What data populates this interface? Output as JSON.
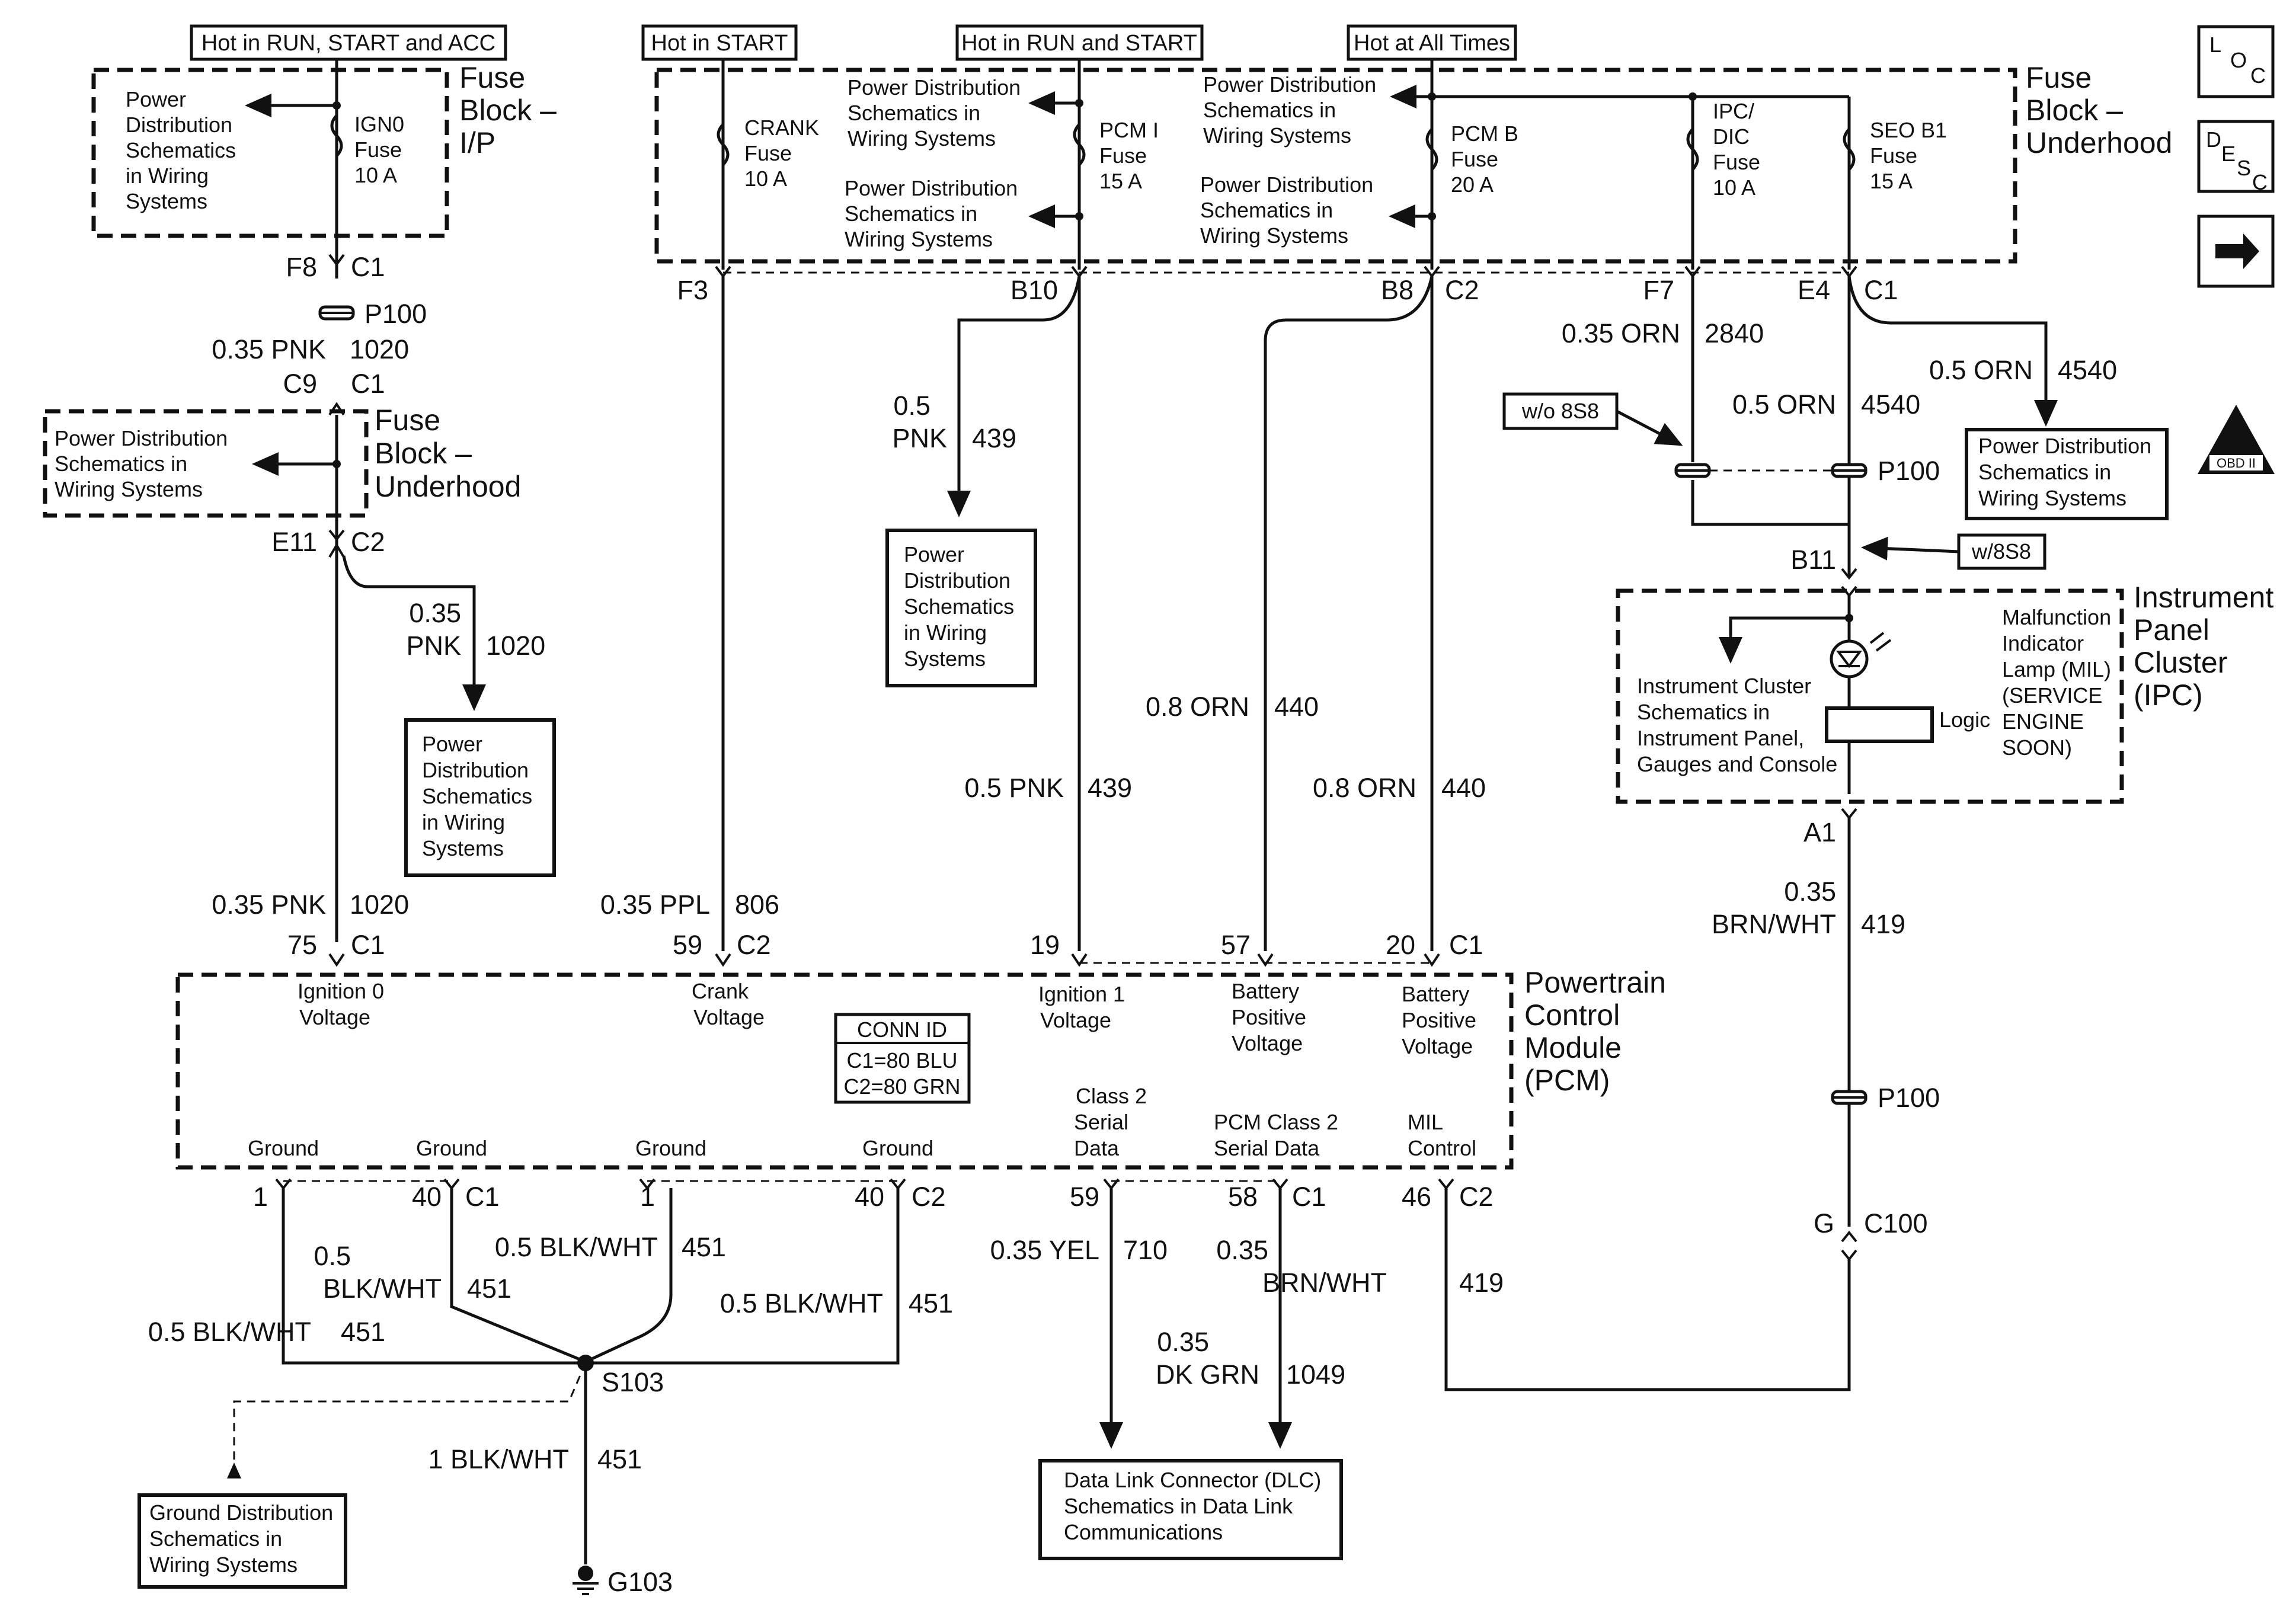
{
  "headers": {
    "run_start_acc": "Hot in RUN, START and ACC",
    "start": "Hot in START",
    "run_start": "Hot in RUN and START",
    "all_times": "Hot at All Times"
  },
  "modules": {
    "fuse_block_ip": [
      "Fuse",
      "Block –",
      "I/P"
    ],
    "fuse_block_underhood_top": [
      "Fuse",
      "Block –",
      "Underhood"
    ],
    "fuse_block_underhood_left": [
      "Fuse",
      "Block –",
      "Underhood"
    ],
    "ipc": [
      "Instrument",
      "Panel",
      "Cluster",
      "(IPC)"
    ],
    "pcm": [
      "Powertrain",
      "Control",
      "Module",
      "(PCM)"
    ]
  },
  "fuses": {
    "ign0": [
      "IGN0",
      "Fuse",
      "10 A"
    ],
    "crank": [
      "CRANK",
      "Fuse",
      "10 A"
    ],
    "pcm_i": [
      "PCM I",
      "Fuse",
      "15 A"
    ],
    "pcm_b": [
      "PCM B",
      "Fuse",
      "20 A"
    ],
    "ipc_dic": [
      "IPC/",
      "DIC",
      "Fuse",
      "10 A"
    ],
    "seo_b1": [
      "SEO B1",
      "Fuse",
      "15 A"
    ]
  },
  "refs": {
    "pd_ip": [
      "Power",
      "Distribution",
      "Schematics",
      "in Wiring",
      "Systems"
    ],
    "pd_uh_left": [
      "Power Distribution",
      "Schematics in",
      "Wiring Systems"
    ],
    "pd_left_box": [
      "Power",
      "Distribution",
      "Schematics",
      "in Wiring",
      "Systems"
    ],
    "pd_top1": [
      "Power Distribution",
      "Schematics in",
      "Wiring Systems"
    ],
    "pd_top2": [
      "Power Distribution",
      "Schematics in",
      "Wiring Systems"
    ],
    "pd_top3": [
      "Power Distribution",
      "Schematics in",
      "Wiring Systems"
    ],
    "pd_top4": [
      "Power Distribution",
      "Schematics in",
      "Wiring Systems"
    ],
    "pd_mid_box": [
      "Power",
      "Distribution",
      "Schematics",
      "in Wiring",
      "Systems"
    ],
    "pd_right_box": [
      "Power Distribution",
      "Schematics in",
      "Wiring Systems"
    ],
    "ipc_ref": [
      "Instrument Cluster",
      "Schematics in",
      "Instrument Panel,",
      "Gauges and Console"
    ],
    "ground_dist": [
      "Ground Distribution",
      "Schematics in",
      "Wiring Systems"
    ],
    "dlc": [
      "Data Link Connector (DLC)",
      "Schematics in Data Link",
      "Communications"
    ]
  },
  "mil": [
    "Malfunction",
    "Indicator",
    "Lamp (MIL)",
    "(SERVICE",
    "ENGINE",
    "SOON)"
  ],
  "logic": "Logic",
  "conn_id": {
    "title": "CONN ID",
    "c1": "C1=80 BLU",
    "c2": "C2=80 GRN"
  },
  "options": {
    "wo_8s8": "w/o 8S8",
    "w_8s8": "w/8S8"
  },
  "pcm_inputs": {
    "ign0": [
      "Ignition 0",
      "Voltage"
    ],
    "crank": [
      "Crank",
      "Voltage"
    ],
    "ign1": [
      "Ignition 1",
      "Voltage"
    ],
    "batt1": [
      "Battery",
      "Positive",
      "Voltage"
    ],
    "batt2": [
      "Battery",
      "Positive",
      "Voltage"
    ],
    "class2": [
      "Class 2",
      "Serial",
      "Data"
    ],
    "pcm_class2": [
      "PCM Class 2",
      "Serial Data"
    ],
    "mil_ctrl": [
      "MIL",
      "Control"
    ],
    "ground": "Ground"
  },
  "pins": {
    "f8": "F8",
    "c1": "C1",
    "c2": "C2",
    "c9": "C9",
    "e11": "E11",
    "f3": "F3",
    "b10": "B10",
    "b8": "B8",
    "f7": "F7",
    "e4": "E4",
    "b11": "B11",
    "a1": "A1",
    "g": "G",
    "c100": "C100",
    "p100": "P100",
    "n75": "75",
    "n59": "59",
    "n19": "19",
    "n57": "57",
    "n20": "20",
    "n1": "1",
    "n40": "40",
    "n58": "58",
    "n46": "46"
  },
  "wires": {
    "pnk035": "0.35 PNK",
    "pnk035_a": "0.35",
    "pnk": "PNK",
    "c1020": "1020",
    "pnk05_a": "0.5",
    "c439": "439",
    "pnk05": "0.5 PNK",
    "ppl": "0.35 PPL",
    "c806": "806",
    "orn08": "0.8 ORN",
    "c440": "440",
    "orn035": "0.35 ORN",
    "c2840": "2840",
    "orn05": "0.5 ORN",
    "c4540": "4540",
    "brnwht035_a": "0.35",
    "brnwht": "BRN/WHT",
    "c419": "419",
    "blk05_a": "0.5",
    "blkwht": "BLK/WHT",
    "blk05": "0.5 BLK/WHT",
    "c451": "451",
    "blk1": "1 BLK/WHT",
    "yel": "0.35 YEL",
    "c710": "710",
    "dkgrn_a": "0.35",
    "dkgrn": "DK GRN",
    "c1049": "1049"
  },
  "splice": "S103",
  "ground_label": "G103",
  "icons": {
    "loc": {
      "a": "L",
      "b": "O",
      "c": "C"
    },
    "desc": {
      "a": "D",
      "b": "E",
      "c": "S",
      "d": "C"
    },
    "next_arrow": "arrow-right",
    "obd": {
      "numeral": "II",
      "text": "OBD II"
    }
  }
}
